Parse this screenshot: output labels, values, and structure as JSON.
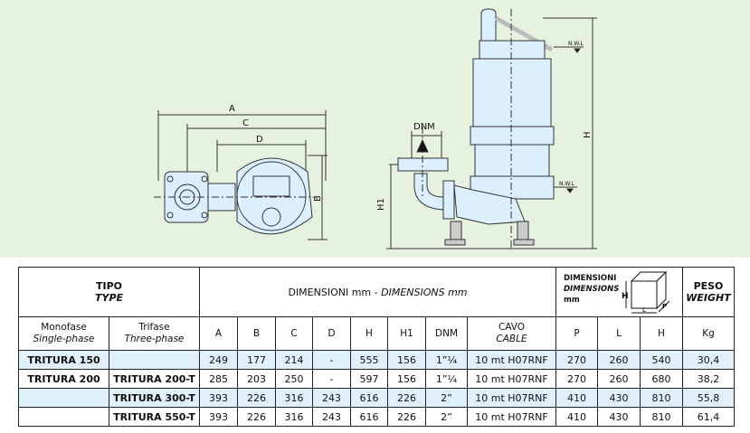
{
  "drawing": {
    "labels": {
      "A": "A",
      "B": "B",
      "C": "C",
      "D": "D",
      "DNM": "DNM",
      "H": "H",
      "H1": "H1",
      "nwl_top": "N.W.L",
      "nwl_bottom": "N.W.L"
    },
    "colors": {
      "background": "#e6f2df",
      "pump_fill": "#dcefff",
      "line": "#333333"
    }
  },
  "table": {
    "tipo": "TIPO",
    "type": "TYPE",
    "dimensioni": "DIMENSIONI mm - ",
    "dimensions": "DIMENSIONS mm",
    "box": {
      "l1": "DIMENSIONI",
      "l2": "DIMENSIONS",
      "l3": "mm",
      "h": "H",
      "l": "L",
      "p": "P"
    },
    "peso": "PESO",
    "weight": "WEIGHT",
    "monofase": "Monofase",
    "single_phase": "Single-phase",
    "trifase": "Trifase",
    "three_phase": "Three-phase",
    "cols": [
      "A",
      "B",
      "C",
      "D",
      "H",
      "H1",
      "DNM"
    ],
    "cavo": "CAVO",
    "cable": "CABLE",
    "pack_cols": [
      "P",
      "L",
      "H"
    ],
    "kg": "Kg",
    "rows": [
      {
        "mono": "TRITURA 150",
        "tri": "",
        "A": "249",
        "B": "177",
        "C": "214",
        "D": "-",
        "H": "555",
        "H1": "156",
        "DNM": "1”¼",
        "cable": "10 mt H07RNF",
        "P": "270",
        "L": "260",
        "PH": "540",
        "kg": "30,4"
      },
      {
        "mono": "TRITURA 200",
        "tri": "TRITURA 200-T",
        "A": "285",
        "B": "203",
        "C": "250",
        "D": "-",
        "H": "597",
        "H1": "156",
        "DNM": "1”¼",
        "cable": "10 mt H07RNF",
        "P": "270",
        "L": "260",
        "PH": "680",
        "kg": "38,2"
      },
      {
        "mono": "",
        "tri": "TRITURA 300-T",
        "A": "393",
        "B": "226",
        "C": "316",
        "D": "243",
        "H": "616",
        "H1": "226",
        "DNM": "2”",
        "cable": "10 mt H07RNF",
        "P": "410",
        "L": "430",
        "PH": "810",
        "kg": "55,8"
      },
      {
        "mono": "",
        "tri": "TRITURA 550-T",
        "A": "393",
        "B": "226",
        "C": "316",
        "D": "243",
        "H": "616",
        "H1": "226",
        "DNM": "2”",
        "cable": "10 mt H07RNF",
        "P": "410",
        "L": "430",
        "PH": "810",
        "kg": "61,4"
      }
    ]
  }
}
